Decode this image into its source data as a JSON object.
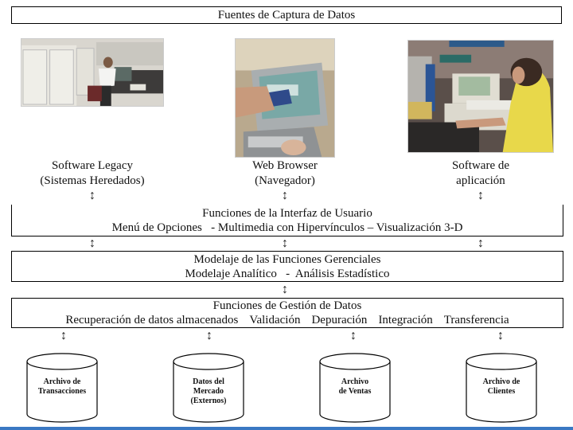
{
  "title": "Fuentes de Captura de Datos",
  "sources": [
    {
      "label_line1": "Software Legacy",
      "label_line2": "(Sistemas Heredados)",
      "photo": "office-computer-room-photo"
    },
    {
      "label_line1": "Web Browser",
      "label_line2": "(Navegador)",
      "photo": "credit-card-terminal-photo"
    },
    {
      "label_line1": "Software de",
      "label_line2": "aplicación",
      "photo": "cashier-checkout-photo"
    }
  ],
  "arrow_glyph": "↕",
  "layers": {
    "ui": {
      "title": "Funciones de la Interfaz de Usuario",
      "subtitle": "Menú de Opciones   - Multimedia con Hipervínculos – Visualización 3-D"
    },
    "management": {
      "title": "Modelaje de las Funciones Gerenciales",
      "subtitle": "Modelaje Analítico   -  Análisis Estadístico"
    },
    "data": {
      "title": "Funciones de Gestión de Datos",
      "operations": [
        "Recuperación de datos almacenados",
        "Validación",
        "Depuración",
        "Integración",
        "Transferencia"
      ]
    }
  },
  "databases": [
    {
      "line1": "Archivo de",
      "line2": "Transacciones",
      "line3": ""
    },
    {
      "line1": "Datos del",
      "line2": "Mercado",
      "line3": "(Externos)"
    },
    {
      "line1": "Archivo",
      "line2": "de Ventas",
      "line3": ""
    },
    {
      "line1": "Archivo de",
      "line2": "Clientes",
      "line3": ""
    }
  ],
  "colors": {
    "bottom_bar": "#3a78c3",
    "border": "#000000"
  }
}
